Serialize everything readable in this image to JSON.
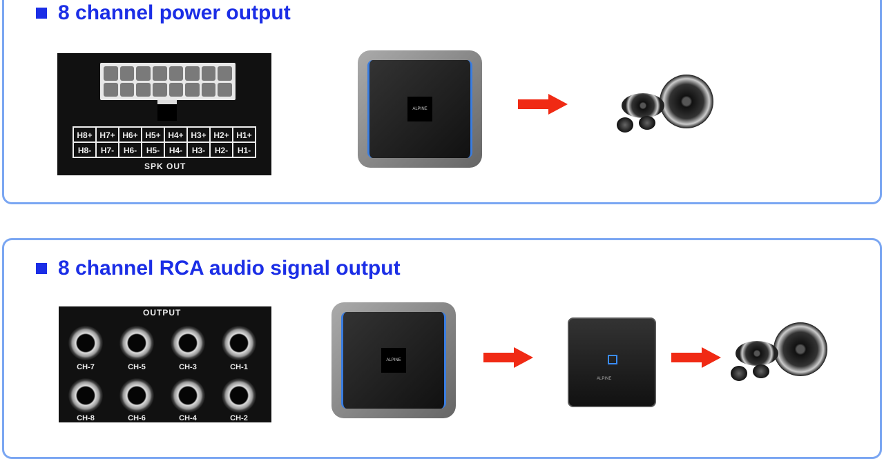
{
  "section1": {
    "title": "8 channel power output",
    "terminals_plus": [
      "H8+",
      "H7+",
      "H6+",
      "H5+",
      "H4+",
      "H3+",
      "H2+",
      "H1+"
    ],
    "terminals_minus": [
      "H8-",
      "H7-",
      "H6-",
      "H5-",
      "H4-",
      "H3-",
      "H2-",
      "H1-"
    ],
    "connector_label": "SPK OUT"
  },
  "section2": {
    "title": "8 channel RCA audio signal output",
    "connector_label": "OUTPUT",
    "channels_top": [
      "CH-7",
      "CH-5",
      "CH-3",
      "CH-1"
    ],
    "channels_bottom": [
      "CH-8",
      "CH-6",
      "CH-4",
      "CH-2"
    ]
  },
  "brand": "ALPINE"
}
